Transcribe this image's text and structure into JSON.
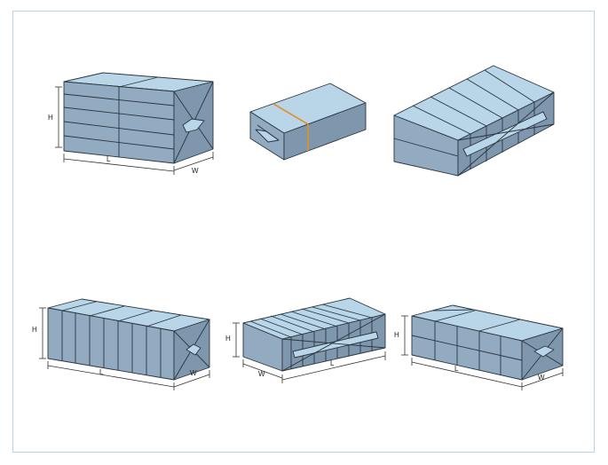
{
  "colors": {
    "top": "#b9d6e8",
    "front": "#93abc0",
    "side": "#7e97ad",
    "edge": "#2a3540",
    "tape": "#e0902a",
    "frame": "#b9d4ea"
  },
  "dimension_labels": {
    "height": "H",
    "length": "L",
    "width": "W"
  },
  "packages": [
    {
      "name": "package-1"
    },
    {
      "name": "package-2"
    },
    {
      "name": "package-3"
    },
    {
      "name": "package-4"
    },
    {
      "name": "package-5"
    },
    {
      "name": "package-6"
    }
  ]
}
